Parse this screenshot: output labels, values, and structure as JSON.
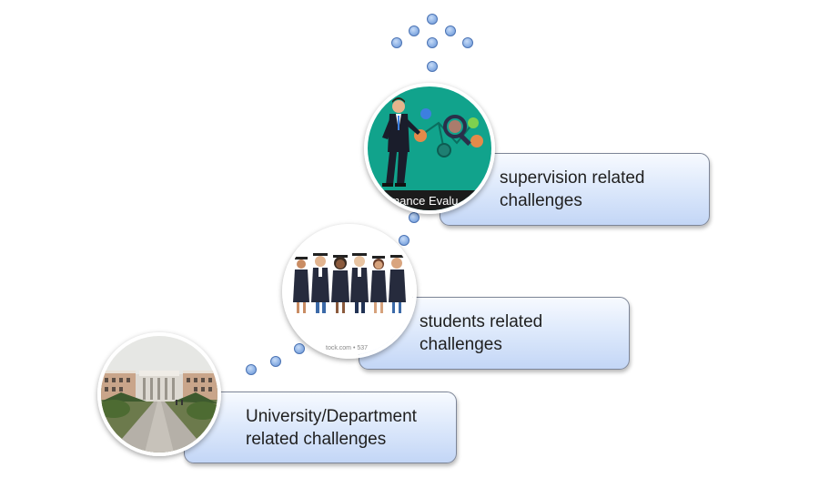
{
  "steps": [
    {
      "line1": "University/Department",
      "line2": "related challenges"
    },
    {
      "line1": "students related",
      "line2": "challenges"
    },
    {
      "line1": "supervision related",
      "line2": "challenges"
    }
  ],
  "images": {
    "performance_caption": "rmance Evalu",
    "students_caption": "tock.com • 537"
  },
  "colors": {
    "box_gradient_top": "#f7faff",
    "box_gradient_bottom": "#c3d6f6",
    "box_border": "#7d8597",
    "dot_fill": "#8fb3e6",
    "dot_border": "#4b73b4",
    "teal_background": "#11a38c"
  }
}
